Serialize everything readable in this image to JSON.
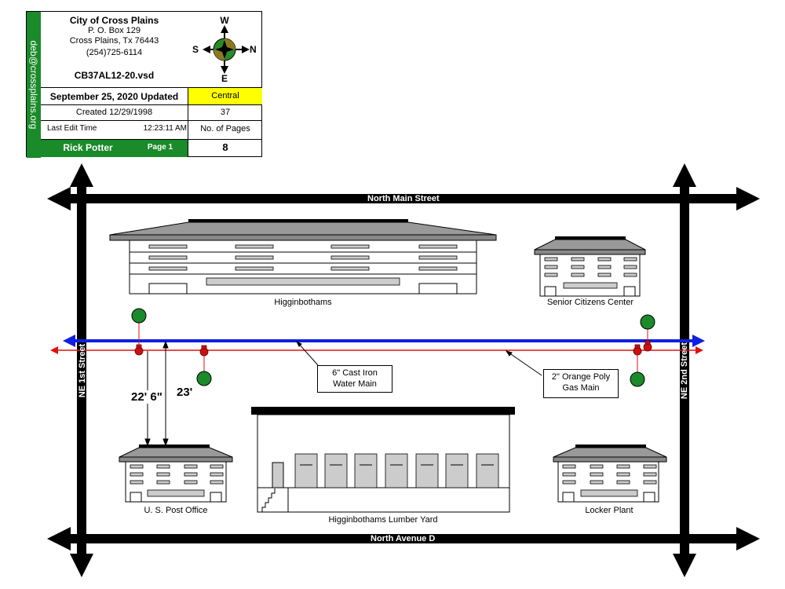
{
  "title_block": {
    "email": "deb@crossplains.org",
    "city": "City of Cross Plains",
    "address1": "P. O. Box 129",
    "address2": "Cross Plains, Tx  76443",
    "phone": "(254)725-6114",
    "filename": "CB37AL12-20.vsd",
    "updated": "September 25, 2020 Updated",
    "area": "Central",
    "created": "Created 12/29/1998",
    "created_value": "37",
    "last_edit_label": "Last Edit Time",
    "last_edit_time": "12:23:11 AM",
    "pages_label": "No. of Pages",
    "author": "Rick Potter",
    "page": "Page 1",
    "pages_value": "8"
  },
  "compass": {
    "top": "W",
    "left": "S",
    "right": "N",
    "bottom": "E"
  },
  "streets": {
    "north": "North Main Street",
    "south": "North Avenue D",
    "west": "NE 1st Street",
    "east": "NE 2nd Street"
  },
  "buildings": {
    "b1": "Higginbothams",
    "b2": "Senior Citizens Center",
    "b3": "U. S. Post Office",
    "b4": "Higginbothams Lumber Yard",
    "b5": "Locker Plant"
  },
  "callouts": {
    "water": [
      "6\" Cast Iron",
      "Water Main"
    ],
    "gas": [
      "2\" Orange Poly",
      "Gas Main"
    ]
  },
  "measurements": {
    "m1": "22' 6\"",
    "m2": "23'"
  },
  "colors": {
    "water": "#1020e0",
    "gas": "#e01010",
    "green": "#1a8a2a",
    "yellow": "#ffff00"
  }
}
